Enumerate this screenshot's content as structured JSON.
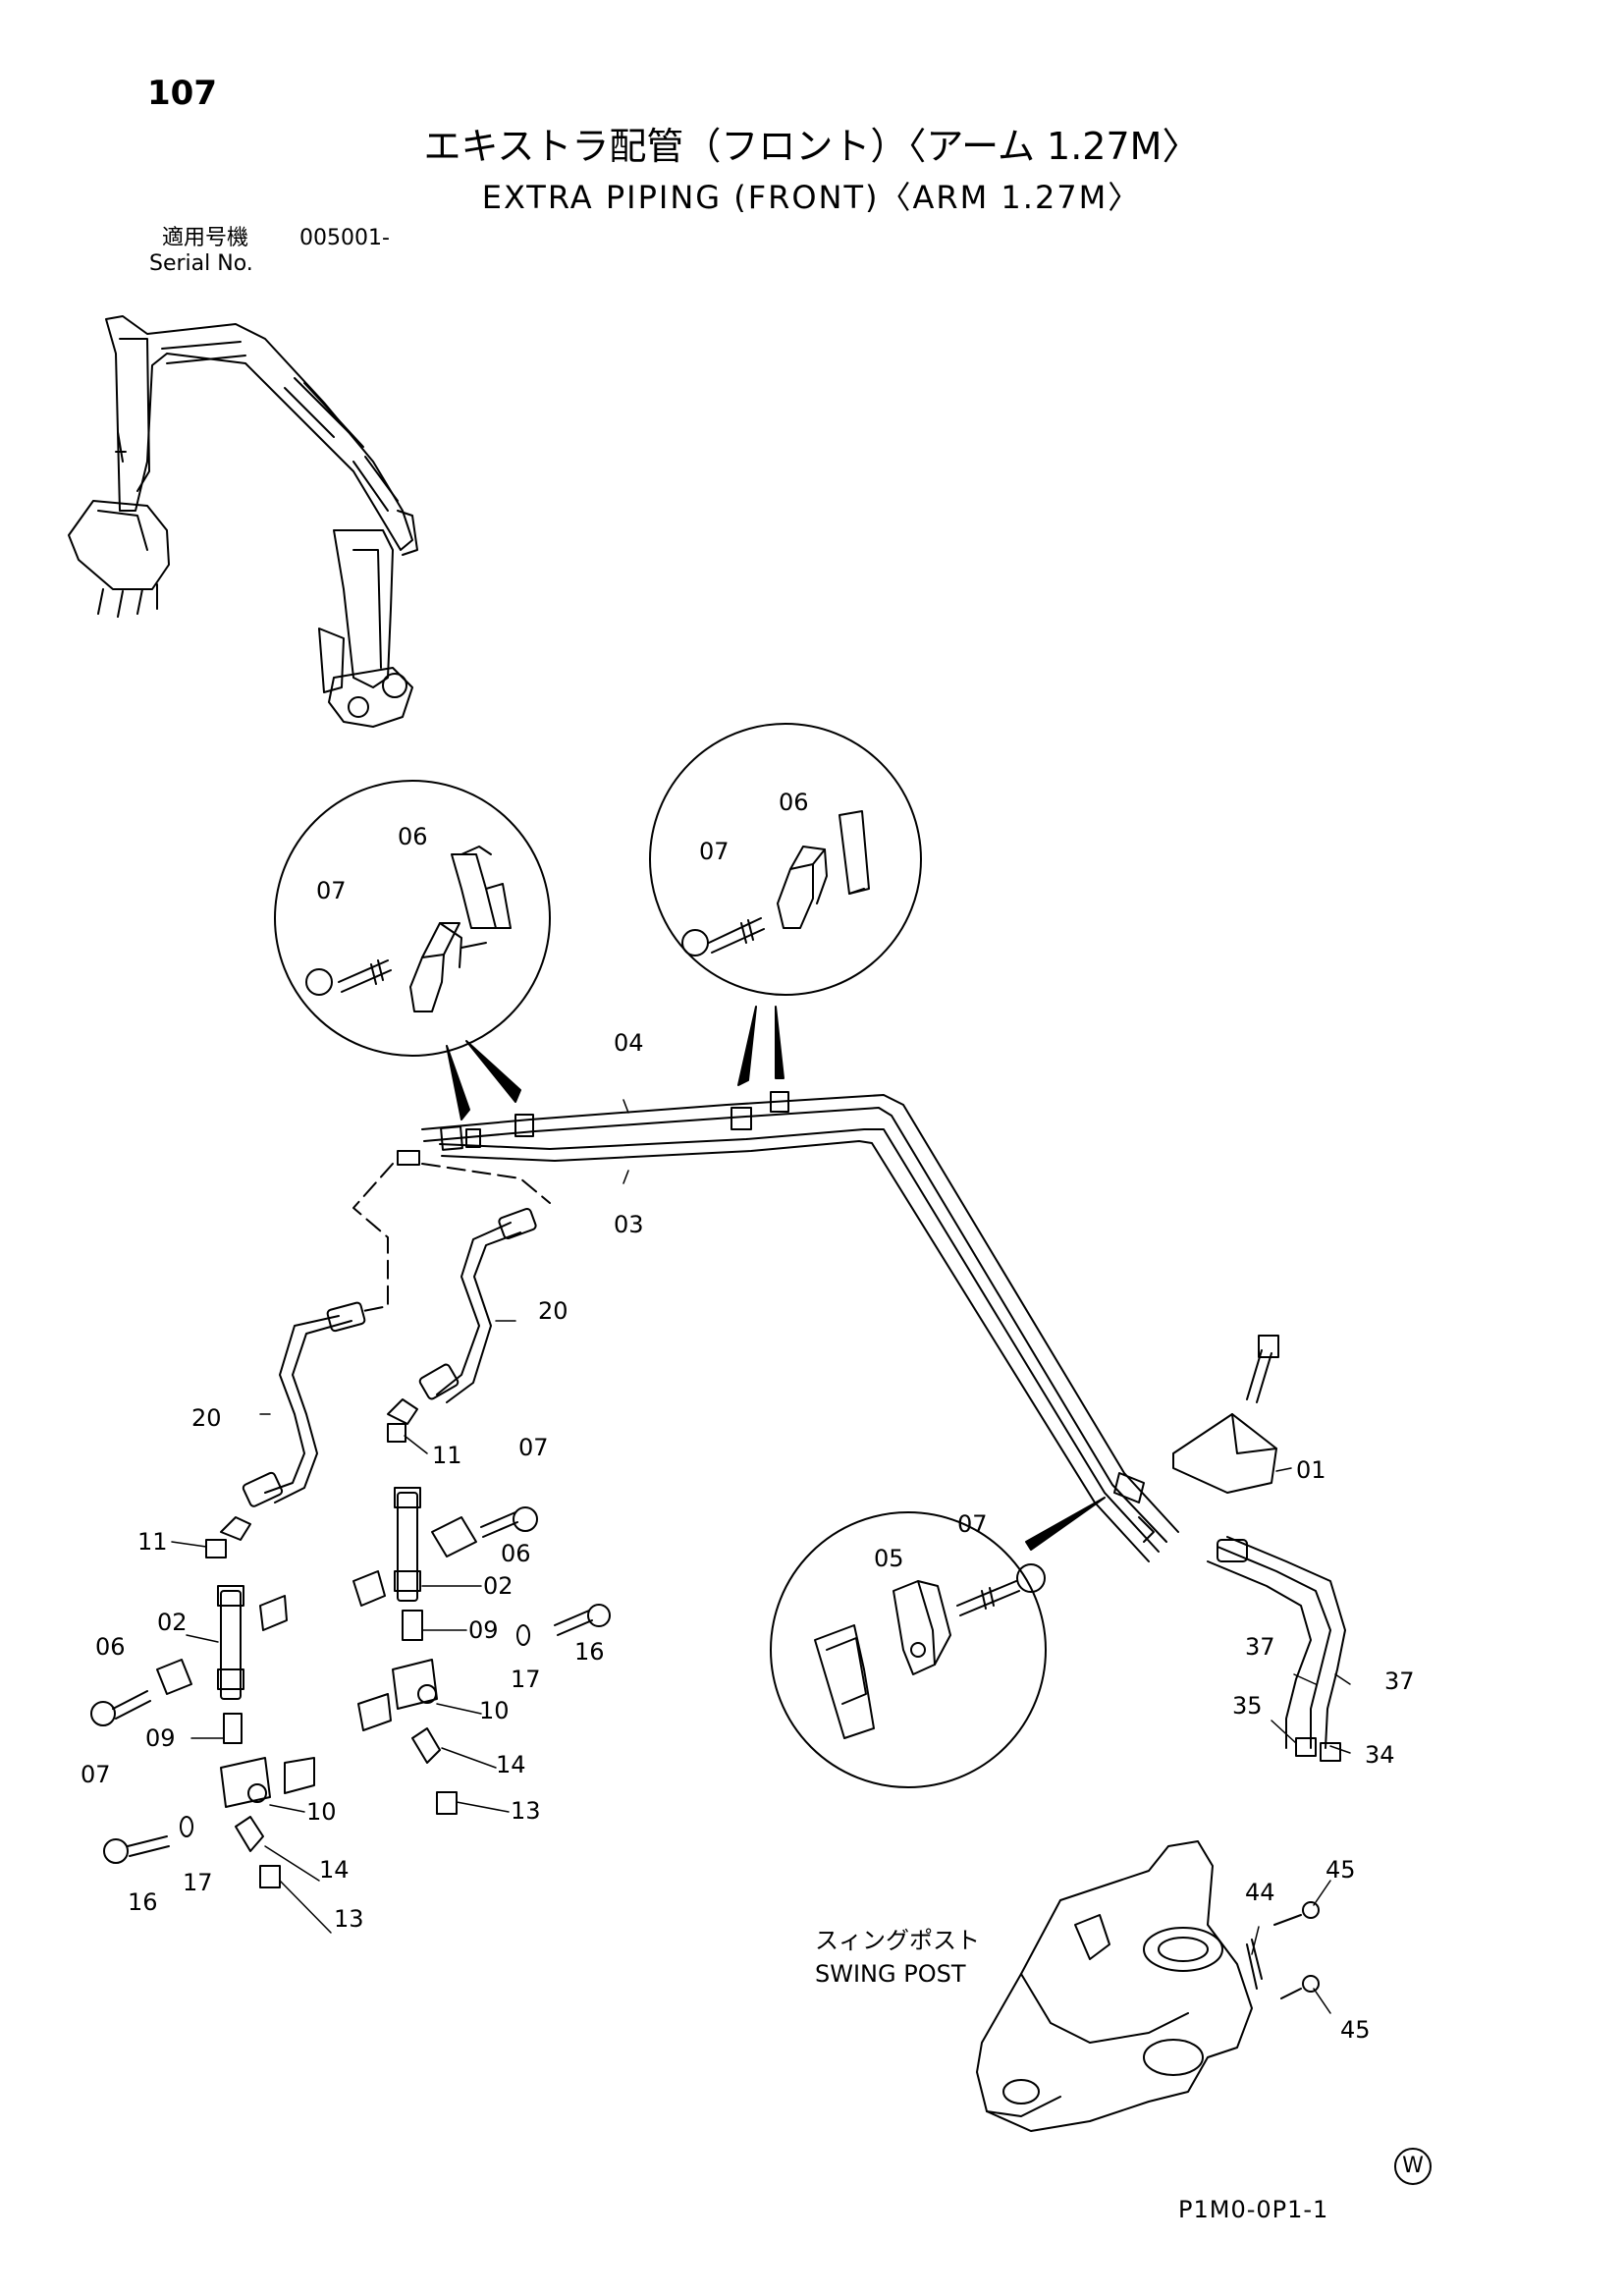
{
  "header": {
    "page_number": "107",
    "title_jp": "エキストラ配管（フロント）〈アーム 1.27M〉",
    "title_en": "EXTRA PIPING (FRONT)〈ARM 1.27M〉",
    "serial_label_jp": "適用号機",
    "serial_value": "005001-",
    "serial_label_en": "Serial No."
  },
  "callouts": {
    "c01": "01",
    "c02a": "02",
    "c02b": "02",
    "c03": "03",
    "c04": "04",
    "c05": "05",
    "c06a": "06",
    "c06b": "06",
    "c06c": "06",
    "c06d": "06",
    "c07a": "07",
    "c07b": "07",
    "c07c": "07",
    "c07d": "07",
    "c07e": "07",
    "c09a": "09",
    "c09b": "09",
    "c10a": "10",
    "c10b": "10",
    "c11a": "11",
    "c11b": "11",
    "c13a": "13",
    "c13b": "13",
    "c14a": "14",
    "c14b": "14",
    "c16a": "16",
    "c16b": "16",
    "c17a": "17",
    "c17b": "17",
    "c20a": "20",
    "c20b": "20",
    "c34": "34",
    "c35": "35",
    "c37a": "37",
    "c37b": "37",
    "c44": "44",
    "c45a": "45",
    "c45b": "45"
  },
  "swing_post": {
    "label_jp": "スィングポスト",
    "label_en": "SWING POST"
  },
  "footer": {
    "w_mark": "W",
    "drawing_code": "P1M0-0P1-1"
  }
}
